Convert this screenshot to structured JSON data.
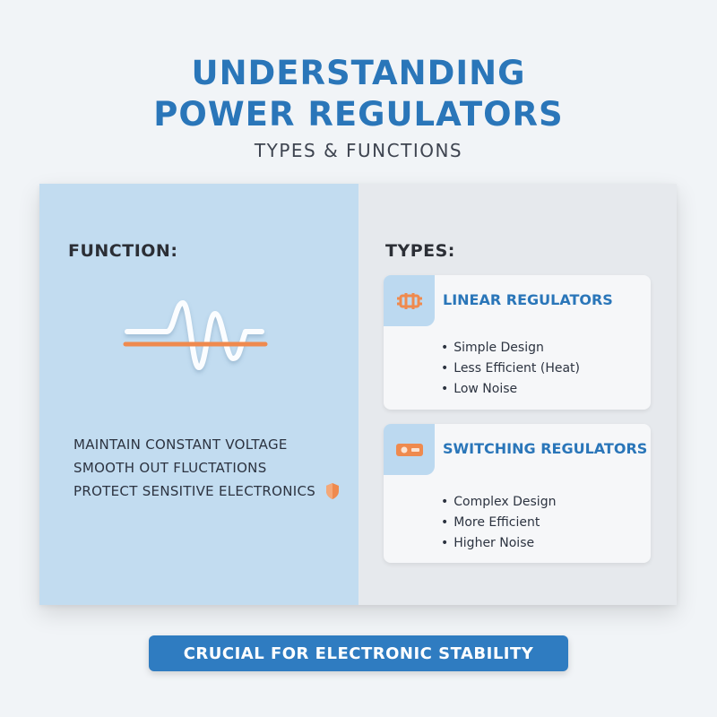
{
  "header": {
    "title_line1": "UNDERSTANDING",
    "title_line2": "POWER REGULATORS",
    "subtitle": "TYPES & FUNCTIONS"
  },
  "function_section": {
    "heading": "FUNCTION:",
    "items": [
      "MAINTAIN CONSTANT VOLTAGE",
      "SMOOTH OUT FLUCTATIONS",
      "PROTECT SENSITIVE ELECTRONICS"
    ],
    "icons": [
      "waveform-icon",
      "shield-icon"
    ]
  },
  "types_section": {
    "heading": "TYPES:",
    "cards": [
      {
        "title": "LINEAR REGULATORS",
        "icon": "linear-regulator-icon",
        "bullets": [
          "Simple Design",
          "Less Efficient (Heat)",
          "Low Noise"
        ]
      },
      {
        "title": "SWITCHING REGULATORS",
        "icon": "switching-regulator-icon",
        "bullets": [
          "Complex Design",
          "More Efficient",
          "Higher Noise"
        ]
      }
    ]
  },
  "footer": {
    "banner": "CRUCIAL FOR ELECTRONIC STABILITY"
  },
  "colors": {
    "accent_blue": "#2a76b9",
    "accent_orange": "#ef8a4e",
    "left_pane": "#c2dcf0",
    "right_pane": "#e6e9ed"
  }
}
